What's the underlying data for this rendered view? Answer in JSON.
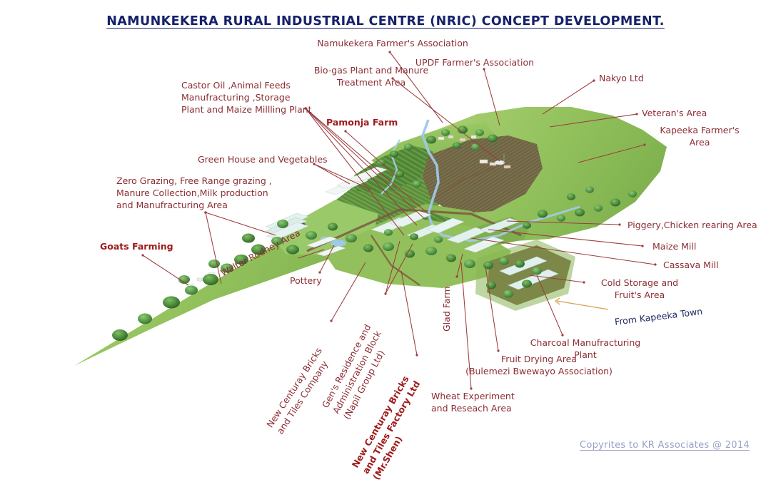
{
  "page": {
    "title": "NAMUNKEKERA RURAL INDUSTRIAL CENTRE (NRIC) CONCEPT DEVELOPMENT.",
    "footer": "Copyrites to KR Associates @ 2014",
    "colors": {
      "title": "#16216b",
      "label": "#8c2d33",
      "label_bold": "#9e1b1b",
      "label_navy": "#1f2a63",
      "leader": "#9e3b3f",
      "leader_road": "#d8a24a",
      "footer": "#9aa0c4",
      "grass": "#8fbc5a",
      "grass_light": "#a4cb6c",
      "crop_dark": "#5e8f3f",
      "plowed": "#6d6342",
      "soil": "#6b4a35",
      "water": "#9fc8e8",
      "roof": "#dff0ee",
      "background": "#ffffff"
    }
  },
  "labels": [
    {
      "id": "namukekera-farmers-association",
      "text": "Namukekera Farmer's Association"
    },
    {
      "id": "updf-farmers-association",
      "text": "UPDF Farmer's Association"
    },
    {
      "id": "nakyo-ltd",
      "text": "Nakyo Ltd"
    },
    {
      "id": "veterans-area",
      "text": "Veteran's Area"
    },
    {
      "id": "kapeeka-farmers-area",
      "text": "Kapeeka Farmer's\nArea"
    },
    {
      "id": "bio-gas-plant",
      "text": "Bio-gas Plant and Manure\nTreatment Area"
    },
    {
      "id": "castor-oil",
      "text": "Castor Oil ,Animal Feeds\nManufracturing ,Storage\nPlant and Maize Millling Plant"
    },
    {
      "id": "pamonja-farm",
      "text": "Pamonja Farm"
    },
    {
      "id": "green-house-vegetables",
      "text": "Green House and Vegetables"
    },
    {
      "id": "zero-grazing",
      "text": "Zero Grazing, Free Range grazing ,\nManure Collection,Milk production\nand Manufracturing Area"
    },
    {
      "id": "goats-farming",
      "text": "Goats Farming"
    },
    {
      "id": "walter-rodney-area",
      "text": "Walter Rodney Area"
    },
    {
      "id": "pottery",
      "text": "Pottery"
    },
    {
      "id": "piggery-chicken",
      "text": "Piggery,Chicken rearing Area"
    },
    {
      "id": "maize-mill",
      "text": "Maize Mill"
    },
    {
      "id": "cassava-mill",
      "text": "Cassava Mill"
    },
    {
      "id": "cold-storage",
      "text": "Cold Storage and\nFruit's Area"
    },
    {
      "id": "from-kapeeka-town",
      "text": "From Kapeeka Town"
    },
    {
      "id": "charcoal-plant",
      "text": "Charcoal Manufracturing\nPlant"
    },
    {
      "id": "fruit-drying",
      "text": "Fruit Drying Area\n(Bulemezi Bwewayo Association)"
    },
    {
      "id": "wheat-experiment",
      "text": "Wheat Experiment\nand Reseach Area"
    },
    {
      "id": "glad-farm",
      "text": "Glad Farm"
    },
    {
      "id": "new-centuray-bricks-tiles-company",
      "text": "New Centuray Bricks\nand Tiles Company"
    },
    {
      "id": "gens-residence",
      "text": "Gen's Residence and\nAdministration Block\n(Napil Group Ltd)"
    },
    {
      "id": "new-centuray-bricks-factory",
      "text": "New Centuray Bricks\nand Tiles Factory Ltd\n(Mr.Shen)"
    }
  ]
}
